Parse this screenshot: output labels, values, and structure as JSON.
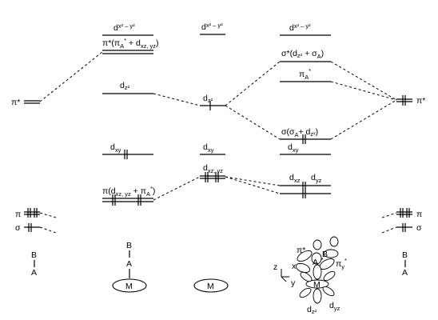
{
  "left_col": {
    "pi_star": "π*",
    "pi": "π",
    "sigma": "σ",
    "mol_B": "B",
    "mol_A": "A"
  },
  "col1": {
    "dx2y2": "d",
    "dx2y2_sub": "x² – y²",
    "pistar_combo": "π*(π",
    "pistar_combo_sup": "*",
    "pistar_combo_sub": "A",
    "pistar_combo_tail": " + d",
    "pistar_combo_tail_sub": "xz, yz",
    "pistar_combo_close": ")",
    "dz2": "d",
    "dz2_sub": "z²",
    "dxy": "d",
    "dxy_sub": "xy",
    "pi_combo": "π(d",
    "pi_combo_sub": "xz, yz",
    "pi_combo_mid": " + π",
    "pi_combo_sup": "*",
    "pi_combo_sub2": "A",
    "pi_combo_close": ")",
    "mol_B": "B",
    "mol_A": "A",
    "metal": "M"
  },
  "col2": {
    "dx2y2": "d",
    "dx2y2_sub": "x² – y²",
    "dz2": "d",
    "dz2_sub": "z²",
    "dxy": "d",
    "dxy_sub": "xy",
    "dxzyz": "d",
    "dxzyz_sub": "xz, yz",
    "metal": "M"
  },
  "col3": {
    "dx2y2": "d",
    "dx2y2_sub": "x² – y²",
    "sigma_star": "σ*(d",
    "sigma_star_sub": "z²",
    "sigma_star_mid": " + σ",
    "sigma_star_sub2": "A",
    "sigma_star_close": ")",
    "piA_star": "π",
    "piA_star_sup": "*",
    "piA_star_sub": "A",
    "sigma": "σ(σ",
    "sigma_sub": "A",
    "sigma_mid": "+ d",
    "sigma_sub2": "z²",
    "sigma_close": ")",
    "dxy": "d",
    "dxy_sub": "xy",
    "dxz": "d",
    "dxz_sub": "xz",
    "dyz": "d",
    "dyz_sub": "yz"
  },
  "right_col": {
    "pi_star": "π*",
    "pi": "π",
    "sigma": "σ",
    "mol_B": "B",
    "mol_A": "A"
  },
  "orbital_sketch": {
    "pi_star": "π*",
    "atom_A": "A",
    "atom_B": "B",
    "metal": "M",
    "piy_star": "π",
    "piy_star_sup": "*",
    "piy_star_sub": "y",
    "axis_z": "z",
    "axis_x": "x",
    "axis_y": "y",
    "dz2": "d",
    "dz2_sub": "z²",
    "dyz": "d",
    "dyz_sub": "yz"
  }
}
